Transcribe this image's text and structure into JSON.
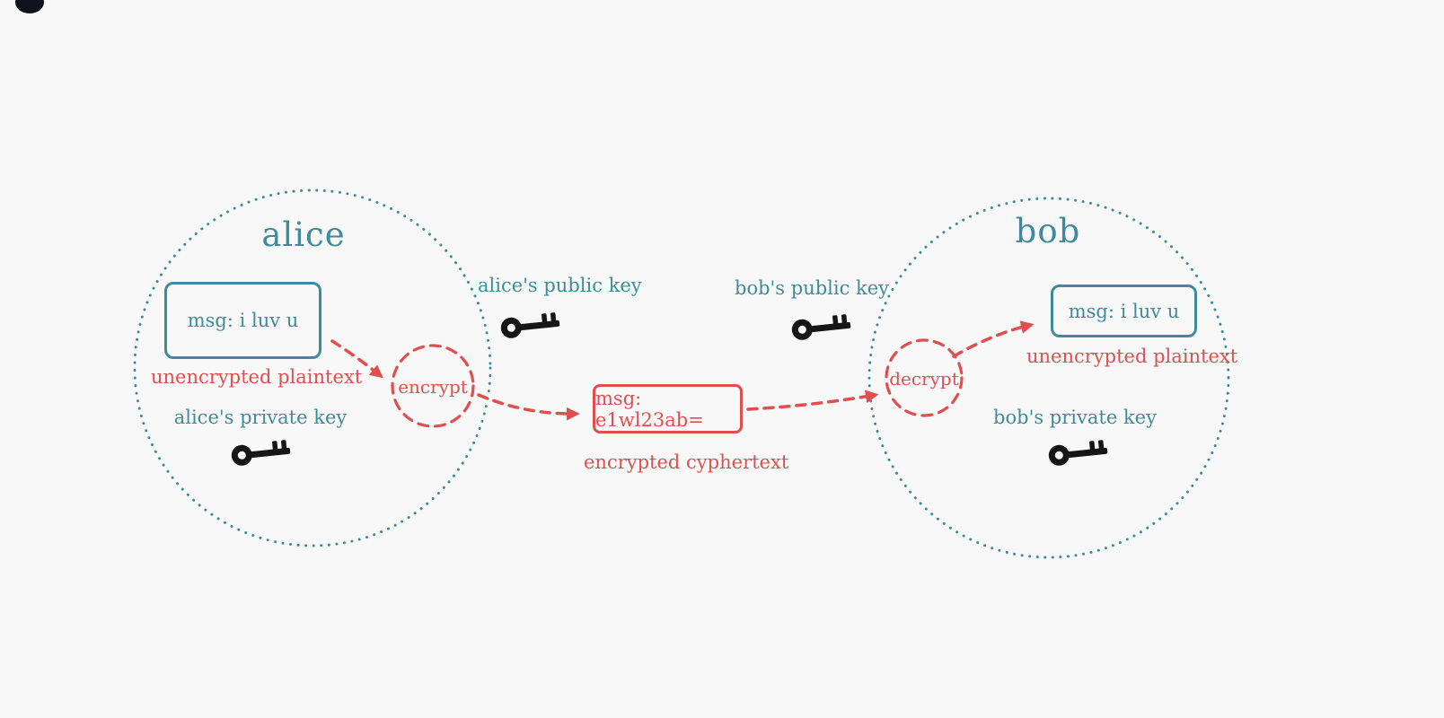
{
  "meta": {
    "background_color": "#f8f8f8",
    "teal_color": "#3e8c9b",
    "red_color": "#e04f4f",
    "key_color": "#161616"
  },
  "icons": {
    "key": "key-icon"
  },
  "alice": {
    "title": "alice",
    "message": "msg: i luv u",
    "message_caption": "unencrypted plaintext",
    "private_key_label": "alice's private key",
    "public_key_label": "alice's public key"
  },
  "flow": {
    "encrypt_label": "encrypt",
    "decrypt_label": "decrypt",
    "ciphertext": "msg: e1wl23ab=",
    "ciphertext_caption": "encrypted cyphertext"
  },
  "bob": {
    "title": "bob",
    "message": "msg: i luv u",
    "message_caption": "unencrypted plaintext",
    "private_key_label": "bob's private key",
    "public_key_label": "bob's public key"
  }
}
